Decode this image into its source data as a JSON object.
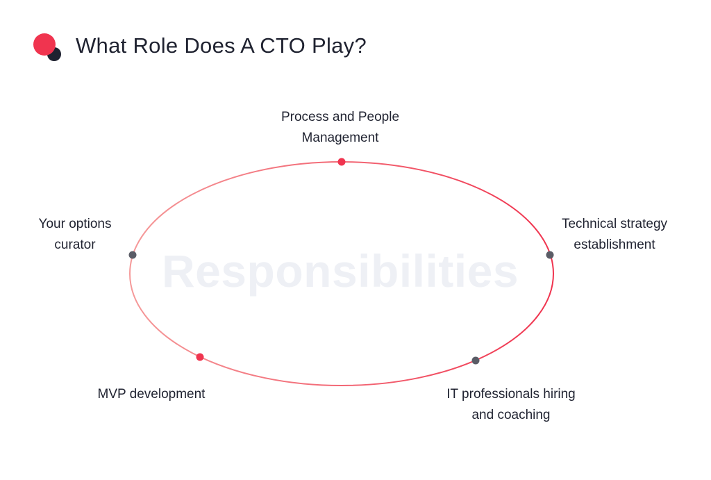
{
  "title": "What Role Does A CTO Play?",
  "center_label": "Responsibilities",
  "colors": {
    "accent": "#f0344f",
    "accent_light": "#f59a9a",
    "dark": "#2d2f38",
    "node_dark": "#5a5c66",
    "watermark": "#eef0f5"
  },
  "nodes": [
    {
      "id": "top",
      "lines": [
        "Process and People",
        "Management"
      ],
      "dot": "accent"
    },
    {
      "id": "right",
      "lines": [
        "Technical strategy",
        "establishment"
      ],
      "dot": "dark"
    },
    {
      "id": "bottom-right",
      "lines": [
        "IT professionals hiring",
        "and coaching"
      ],
      "dot": "dark"
    },
    {
      "id": "bottom-left",
      "lines": [
        "MVP development"
      ],
      "dot": "accent"
    },
    {
      "id": "left",
      "lines": [
        "Your options",
        "curator"
      ],
      "dot": "dark"
    }
  ]
}
